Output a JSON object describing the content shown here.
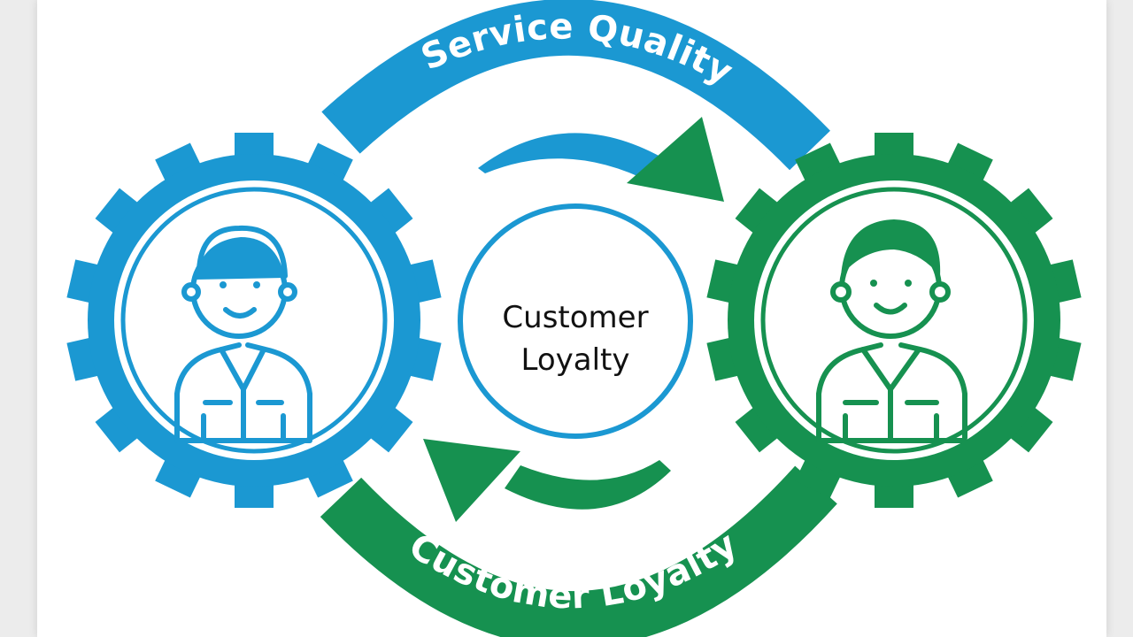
{
  "colors": {
    "blue": "#1b98d2",
    "green": "#169150",
    "text_light": "#ffffff",
    "text_dark": "#111111"
  },
  "diagram": {
    "top_arc_label": "Service Quality",
    "bottom_arc_label": "Customer Loyalty",
    "center_label_line1": "Customer",
    "center_label_line2": "Loyalty"
  },
  "nodes": [
    {
      "name": "service-provider",
      "icon": "person-icon",
      "color": "#1b98d2"
    },
    {
      "name": "customer",
      "icon": "person-icon",
      "color": "#169150"
    }
  ]
}
